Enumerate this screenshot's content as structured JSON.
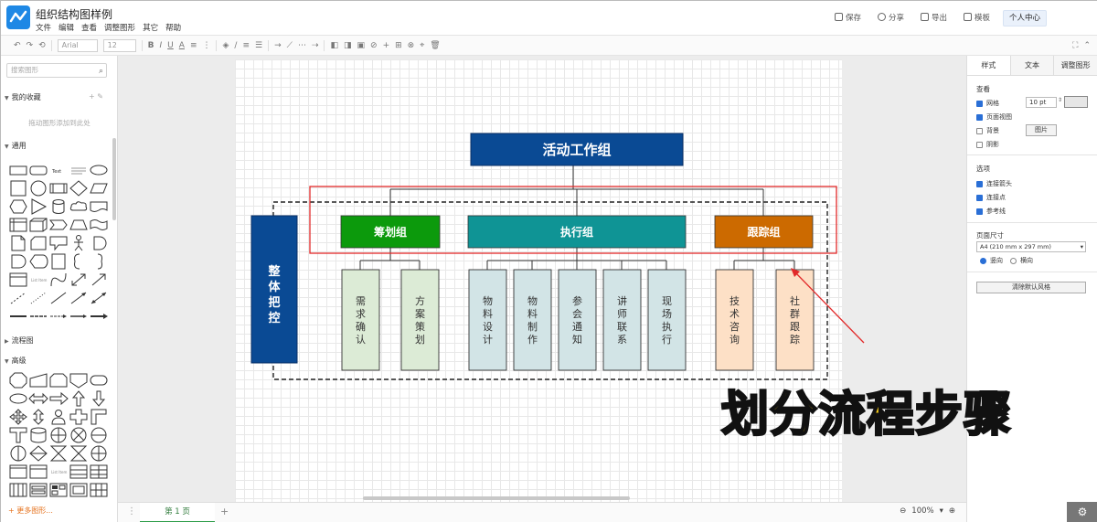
{
  "app": {
    "title": "组织结构图样例",
    "menu": [
      "文件",
      "编辑",
      "查看",
      "调整图形",
      "其它",
      "帮助"
    ],
    "actions": {
      "save": "保存",
      "share": "分享",
      "export": "导出",
      "template": "模板"
    },
    "user_center": "个人中心"
  },
  "toolbar": {
    "font": "Arial",
    "size": "12"
  },
  "sidebar": {
    "search_placeholder": "搜索图形",
    "favorites": "我的收藏",
    "favorites_hint": "拖动图形添加到此处",
    "general": "通用",
    "flowchart": "流程图",
    "advanced": "高级",
    "more": "+ 更多图形..."
  },
  "diagram": {
    "root": "活动工作组",
    "side": "整体把控",
    "groups": [
      {
        "label": "筹划组",
        "color": "#0c9a0c"
      },
      {
        "label": "执行组",
        "color": "#0f9495"
      },
      {
        "label": "跟踪组",
        "color": "#cc6a00"
      }
    ],
    "tasks": [
      {
        "label": "需求确认",
        "group": 0
      },
      {
        "label": "方案策划",
        "group": 0
      },
      {
        "label": "物料设计",
        "group": 1
      },
      {
        "label": "物料制作",
        "group": 1
      },
      {
        "label": "参会通知",
        "group": 1
      },
      {
        "label": "讲师联系",
        "group": 1
      },
      {
        "label": "现场执行",
        "group": 1
      },
      {
        "label": "技术咨询",
        "group": 2
      },
      {
        "label": "社群跟踪",
        "group": 2
      }
    ],
    "colors": {
      "root": "#0a4a94",
      "side": "#0a4a94",
      "task_green": "#dcebd6",
      "task_teal": "#d2e4e6",
      "task_orange": "#fde0c6",
      "highlight": "#e22a2a"
    }
  },
  "right_panel": {
    "tabs": [
      "样式",
      "文本",
      "调整图形"
    ],
    "view_label": "查看",
    "grid": "网格",
    "grid_size": "10 pt",
    "page_view": "页面视图",
    "background": "背景",
    "image_btn": "图片",
    "shadow": "阴影",
    "options_label": "选项",
    "connect_arrows": "连接箭头",
    "connect_points": "连接点",
    "guides": "参考线",
    "page_size_label": "页面尺寸",
    "page_size": "A4 (210 mm x 297 mm)",
    "portrait": "竖向",
    "landscape": "横向",
    "reset_style": "清除默认风格"
  },
  "bottom": {
    "page_tab": "第 1 页",
    "zoom": "100%"
  },
  "overlay_caption": "划分流程步骤"
}
